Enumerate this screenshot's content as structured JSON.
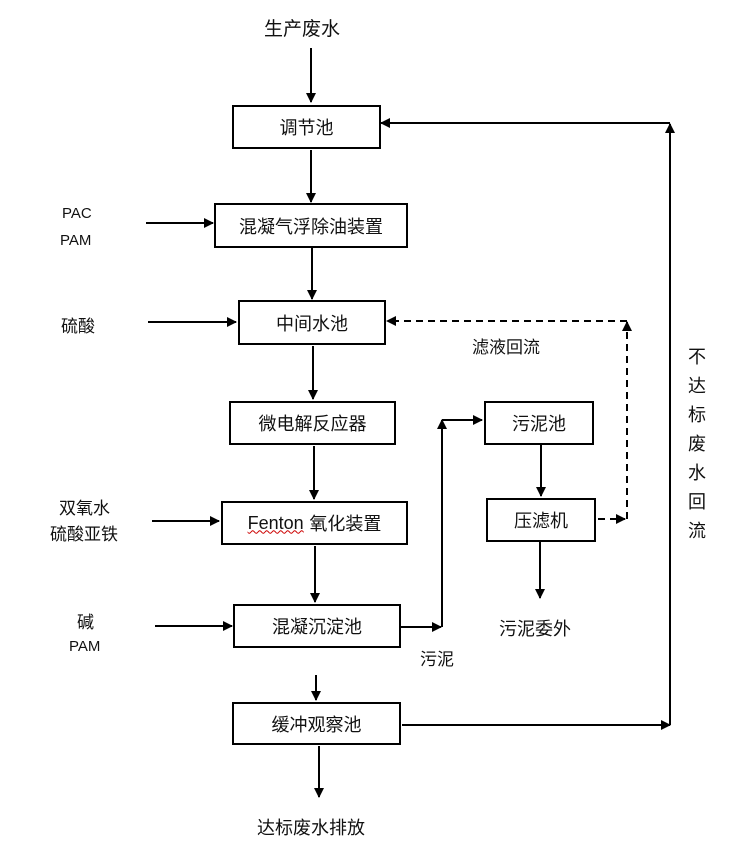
{
  "title_input": "生产废水",
  "boxes": {
    "regulating_tank": "调节池",
    "flotation": "混凝气浮除油装置",
    "intermediate_tank": "中间水池",
    "micro_electrolysis": "微电解反应器",
    "fenton_prefix": "Fenton",
    "fenton_suffix": " 氧化装置",
    "sedimentation": "混凝沉淀池",
    "buffer_tank": "缓冲观察池",
    "sludge_tank": "污泥池",
    "filter_press": "压滤机"
  },
  "reagents": {
    "pac": "PAC",
    "pam1": "PAM",
    "sulfuric_acid": "硫酸",
    "h2o2": "双氧水",
    "ferrous_sulfate": "硫酸亚铁",
    "alkali": "碱",
    "pam2": "PAM"
  },
  "labels": {
    "filtrate_return": "滤液回流",
    "sludge": "污泥",
    "sludge_outsourced": "污泥委外",
    "discharge": "达标废水排放",
    "noncompliant_return": [
      "不",
      "达",
      "标",
      "废",
      "水",
      "回",
      "流"
    ]
  }
}
